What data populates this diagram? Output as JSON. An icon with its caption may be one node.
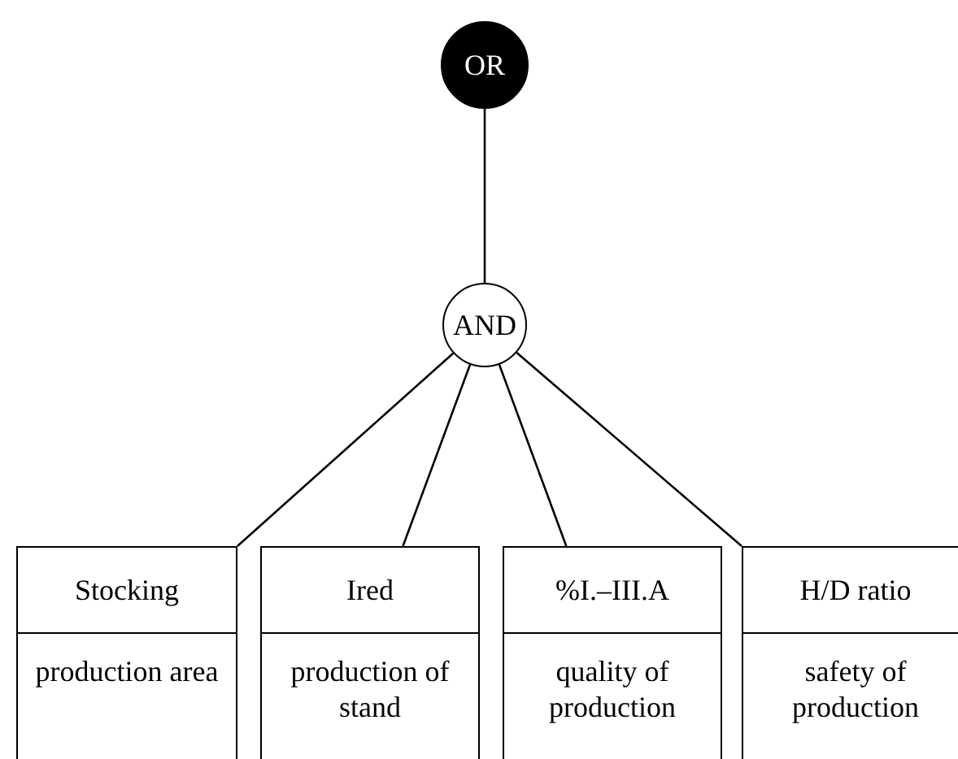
{
  "diagram": {
    "nodes": [
      {
        "text": [
          "OR"
        ]
      },
      {
        "text": [
          "AND"
        ]
      },
      {
        "text": [
          "Stocking",
          "production area"
        ]
      },
      {
        "text": [
          "Ired",
          "production of stand"
        ]
      },
      {
        "text": [
          "%I.–III.A",
          "quality of production"
        ]
      },
      {
        "text": [
          "H/D ratio",
          "safety of production"
        ]
      }
    ],
    "edges": [
      {
        "from": 0,
        "to": 1,
        "arrow": "none"
      },
      {
        "from": 1,
        "to": 2,
        "arrow": "none"
      },
      {
        "from": 1,
        "to": 3,
        "arrow": "none"
      },
      {
        "from": 1,
        "to": 4,
        "arrow": "none"
      },
      {
        "from": 1,
        "to": 5,
        "arrow": "none"
      }
    ]
  }
}
